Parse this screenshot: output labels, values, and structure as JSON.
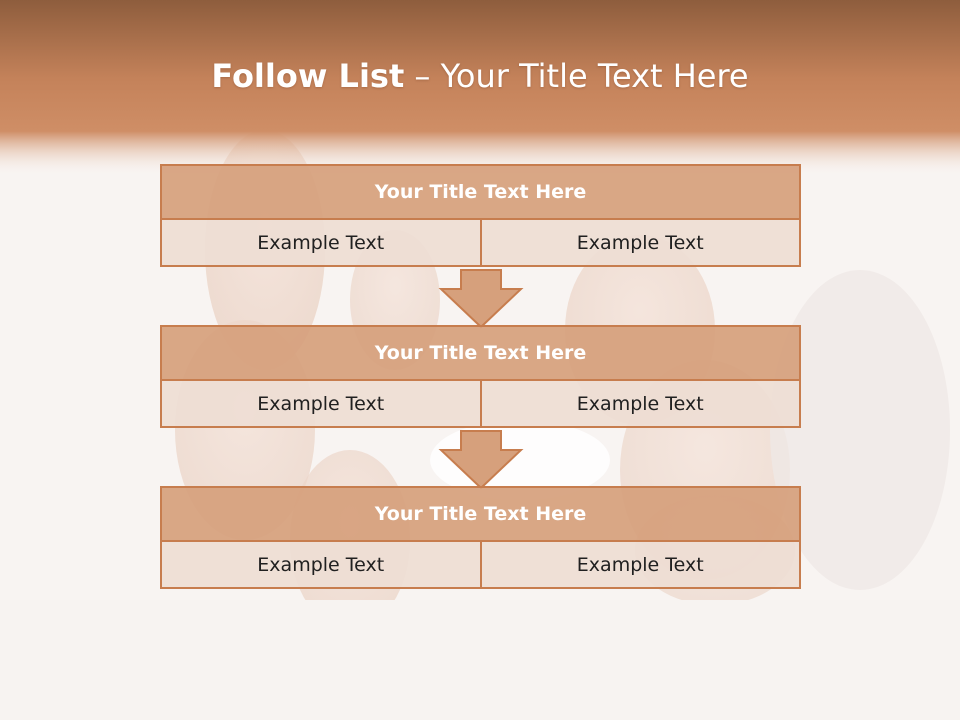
{
  "slide": {
    "title_bold": "Follow List",
    "title_rest": " – Your Title Text Here"
  },
  "steps": [
    {
      "title": "Your Title Text Here",
      "left": "Example Text",
      "right": "Example Text"
    },
    {
      "title": "Your Title Text Here",
      "left": "Example Text",
      "right": "Example Text"
    },
    {
      "title": "Your Title Text Here",
      "left": "Example Text",
      "right": "Example Text"
    }
  ],
  "colors": {
    "header_band": "#c98458",
    "box_border": "#c77d4e",
    "header_fill": "#d6a07c",
    "cell_fill": "#eeddd4",
    "arrow_fill": "#d6a07c"
  }
}
